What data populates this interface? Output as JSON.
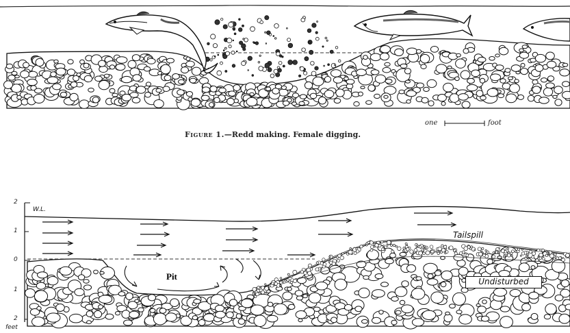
{
  "figure1": {
    "caption_figure": "Figure 1.",
    "caption_text": "—Redd making.   Female digging.",
    "scale_left": "one",
    "scale_right": "foot"
  },
  "figure2": {
    "water_level_label": "W.L.",
    "axis_ticks": [
      "2",
      "1",
      "0",
      "1",
      "2"
    ],
    "axis_unit": "feet",
    "pit_label": "Pit",
    "tailspill_label": "Tailspill",
    "undisturbed_label": "Undisturbed"
  },
  "colors": {
    "ink": "#111111",
    "paper": "#ffffff",
    "stone_fill": "#ffffff"
  }
}
